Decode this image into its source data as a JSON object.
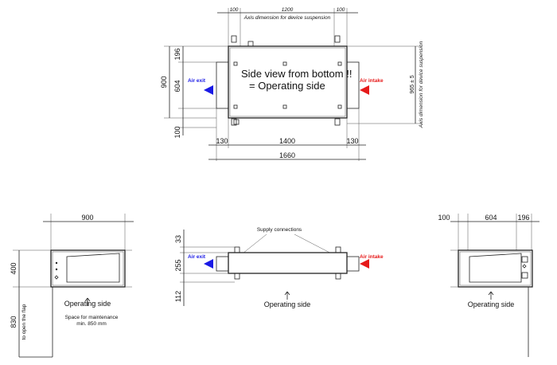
{
  "top_view": {
    "dims": {
      "d100a": "100",
      "d1200": "1200",
      "d100b": "100",
      "d196": "196",
      "d900": "900",
      "d604": "604",
      "d100c": "100",
      "d130a": "130",
      "d1400": "1400",
      "d130b": "130",
      "d1660": "1660",
      "d965": "965 ± 5"
    },
    "axis_note": "Axis dimension for device suspension",
    "side_view_line1": "Side view from bottom !!",
    "side_view_line2": "= Operating side",
    "air_exit": "Air exit",
    "air_intake": "Air intake",
    "colors": {
      "air_exit": "#1a1ae6",
      "air_intake": "#e61a1a"
    }
  },
  "left_view": {
    "dims": {
      "d900": "900",
      "d400": "400",
      "d830": "830"
    },
    "flap_note": "to open the flap",
    "operating_side": "Operating side",
    "maintenance_line1": "Space for maintenance",
    "maintenance_line2": "min. 850 mm"
  },
  "center_view": {
    "dims": {
      "d33": "33",
      "d255": "255",
      "d112": "112"
    },
    "supply": "Supply connections",
    "air_exit": "Air exit",
    "air_intake": "Air intake",
    "operating_side": "Operating side"
  },
  "right_view": {
    "dims": {
      "d100": "100",
      "d604": "604",
      "d196": "196"
    },
    "operating_side": "Operating side"
  }
}
